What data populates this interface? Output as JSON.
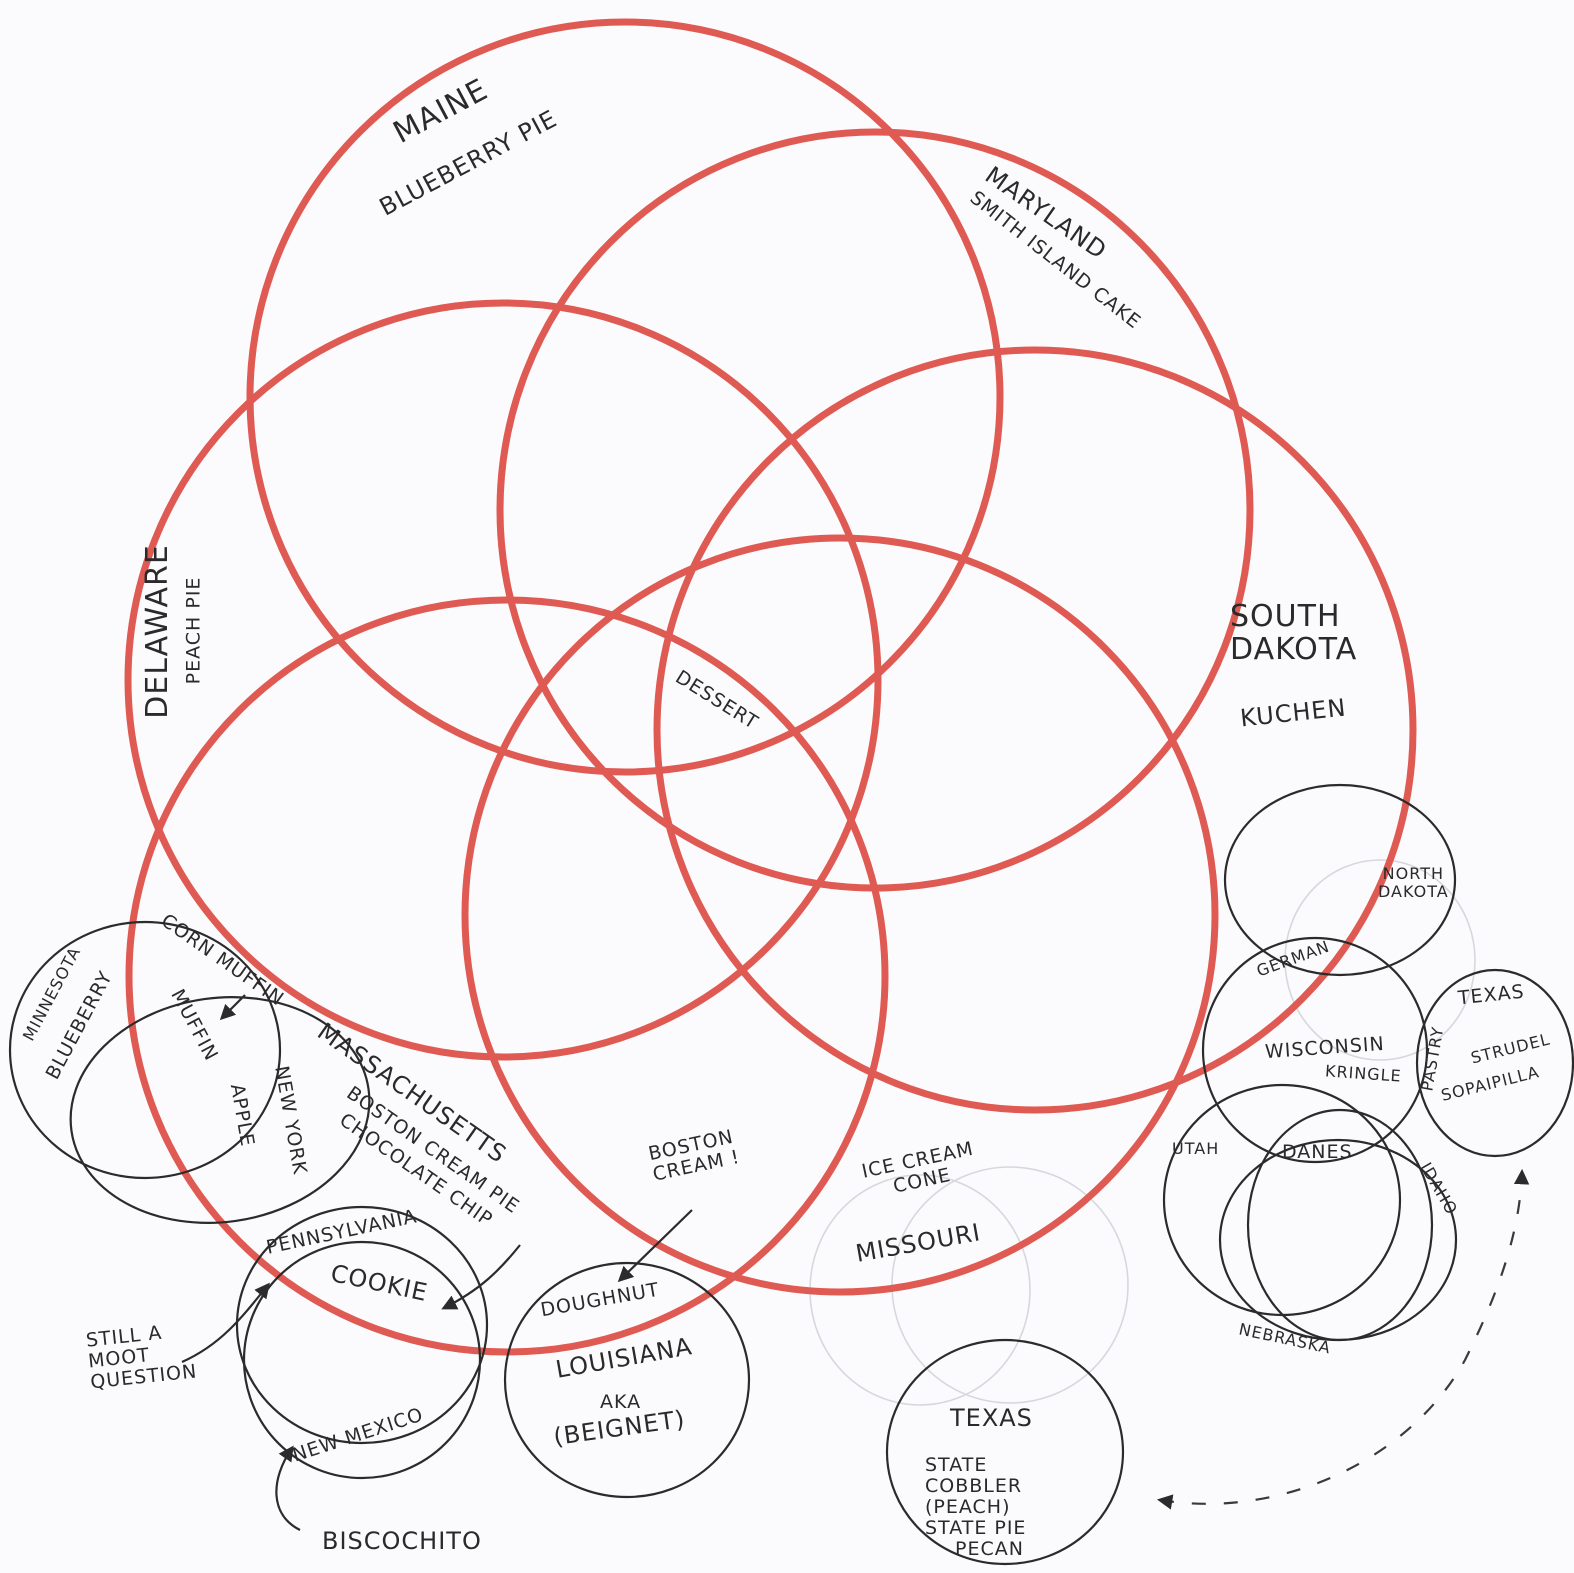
{
  "diagram": {
    "title": "State Desserts Venn Diagram",
    "colors": {
      "main_circles": "#df5a52",
      "ink": "#2b2b2b",
      "paper": "#fbfbfd"
    },
    "center_label": "DESSERT",
    "main_sets": [
      {
        "state": "MAINE",
        "dessert": "BLUEBERRY PIE"
      },
      {
        "state": "MARYLAND",
        "dessert": "SMITH ISLAND CAKE"
      },
      {
        "state": "DELAWARE",
        "dessert": "PEACH PIE"
      },
      {
        "state": "SOUTH DAKOTA",
        "dessert": "KUCHEN"
      },
      {
        "state": "MASSACHUSETTS",
        "dessert": "BOSTON CREAM PIE",
        "extra": "CHOCOLATE CHIP"
      },
      {
        "state": "MISSOURI",
        "dessert": "ICE CREAM CONE"
      }
    ],
    "muffin_group": {
      "corn_muffin": "CORN MUFFIN",
      "minnesota": "MINNESOTA",
      "minnesota_dessert": "BLUEBERRY",
      "center": "MUFFIN",
      "new_york": "NEW YORK",
      "new_york_dessert": "APPLE"
    },
    "cookie_group": {
      "pennsylvania": "PENNSYLVANIA",
      "center": "COOKIE",
      "new_mexico": "NEW MEXICO",
      "new_mexico_note": "BISCOCHITO",
      "annotation_line1": "STILL A",
      "annotation_line2": "MOOT",
      "annotation_line3": "QUESTION"
    },
    "doughnut_group": {
      "note_line1": "BOSTON",
      "note_line2": "CREAM !",
      "center": "DOUGHNUT",
      "state": "LOUISIANA",
      "aka": "AKA",
      "aka_dessert": "(BEIGNET)"
    },
    "texas_bottom": {
      "state": "TEXAS",
      "line1": "STATE",
      "line2": "COBBLER",
      "line3": "(PEACH)",
      "line4": "STATE PIE",
      "line5": "PECAN"
    },
    "pastry_group": {
      "north_dakota_line1": "NORTH",
      "north_dakota_line2": "DAKOTA",
      "german": "GERMAN",
      "wisconsin": "WISCONSIN",
      "wisconsin_dessert": "KRINGLE",
      "pastry": "PASTRY",
      "texas": "TEXAS",
      "texas_dessert1": "STRUDEL",
      "texas_dessert2": "SOPAIPILLA",
      "utah": "UTAH",
      "danes": "DANES",
      "idaho": "IDAHO",
      "nebraska": "NEBRASKA"
    }
  }
}
